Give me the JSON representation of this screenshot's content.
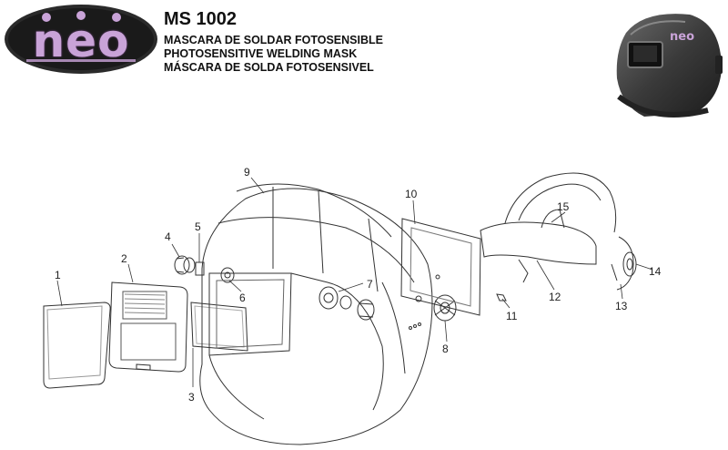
{
  "brand": {
    "logo_text": "neo",
    "brand_color": "#c9a3d8",
    "logo_bg": "#2a2a2a"
  },
  "header": {
    "model": "MS 1002",
    "subtitles": [
      "MASCARA DE SOLDAR FOTOSENSIBLE",
      "PHOTOSENSITIVE WELDING MASK",
      "MÁSCARA DE SOLDA FOTOSENSIVEL"
    ]
  },
  "photo": {
    "logo_text": "neo",
    "shell_color": "#3a3a3a"
  },
  "parts": [
    "1",
    "2",
    "3",
    "4",
    "5",
    "6",
    "7",
    "8",
    "9",
    "10",
    "11",
    "12",
    "13",
    "14",
    "15"
  ]
}
